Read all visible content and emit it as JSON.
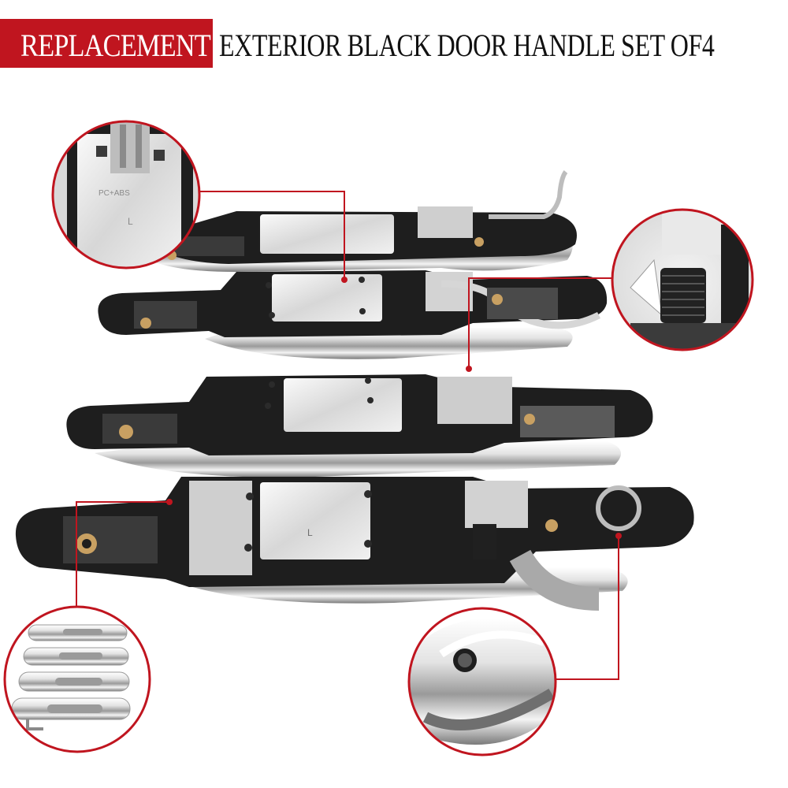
{
  "banner": {
    "highlight": "REPLACEMENT",
    "title": "EXTERIOR BLACK DOOR HANDLE SET OF4"
  },
  "labels": {
    "gasket_mark": "PC+ABS",
    "side_mark": "L"
  },
  "colors": {
    "accent_red": "#c0151f",
    "gasket_black": "#1e1e1e",
    "chrome_light": "#f2f2f2",
    "chrome_dark": "#8a8a8a",
    "brass": "#c8a062"
  }
}
